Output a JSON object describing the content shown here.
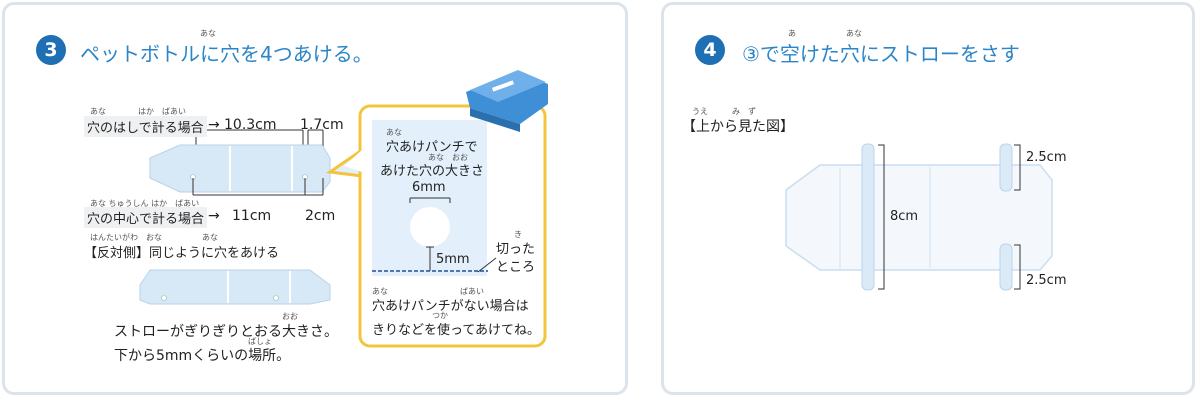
{
  "step3": {
    "number": "3",
    "title": "ペットボトルに穴を4つあける。",
    "title_ruby": "あな",
    "label_edge": "穴のはしで計る場合",
    "label_edge_ruby": "あな　　　　はか　ばあい",
    "arrow": "→",
    "val_edge_main": "10.3cm",
    "val_edge_small": "1.7cm",
    "label_center": "穴の中心で計る場合",
    "label_center_ruby": "あな ちゅうしん はか　ばあい",
    "val_center_main": "11cm",
    "val_center_small": "2cm",
    "opposite": "【反対側】同じように穴をあける",
    "opposite_ruby": "はんたいがわ　おな　　　　　あな",
    "straw_note_1": "ストローがぎりぎりとおる大きさ。",
    "straw_note_1_ruby": "おお",
    "straw_note_2": "下から5mmくらいの場所。",
    "straw_note_2_ruby": "ばしょ",
    "callout": {
      "head_1": "穴あけパンチで",
      "head_1_ruby": "あな",
      "head_2": "あけた穴の大きさ",
      "head_2_ruby": "あな　おお",
      "hole_size": "6mm",
      "hole_height": "5mm",
      "cut_1": "切った",
      "cut_1_ruby": "き",
      "cut_2": "ところ",
      "no_punch_1": "穴あけパンチがない場合は",
      "no_punch_1_ruby": "あな　　　　　　　　　ばあい",
      "no_punch_2": "きりなどを使ってあけてね。",
      "no_punch_2_ruby": "つか"
    }
  },
  "step4": {
    "number": "4",
    "title": "③で空けた穴にストローをさす",
    "title_ruby_1": "あ",
    "title_ruby_2": "あな",
    "view_label": "【上から見た図】",
    "view_label_ruby": "うえ　　　み　ず",
    "dim_top": "2.5cm",
    "dim_mid": "8cm",
    "dim_bottom": "2.5cm"
  },
  "colors": {
    "accent": "#2a86c9",
    "step_badge": "#1e6fb4",
    "callout_border": "#f2c53d",
    "callout_fill": "#e3f0fb",
    "bottle_fill": "#d7e8f6",
    "border": "#dbe4ec"
  }
}
